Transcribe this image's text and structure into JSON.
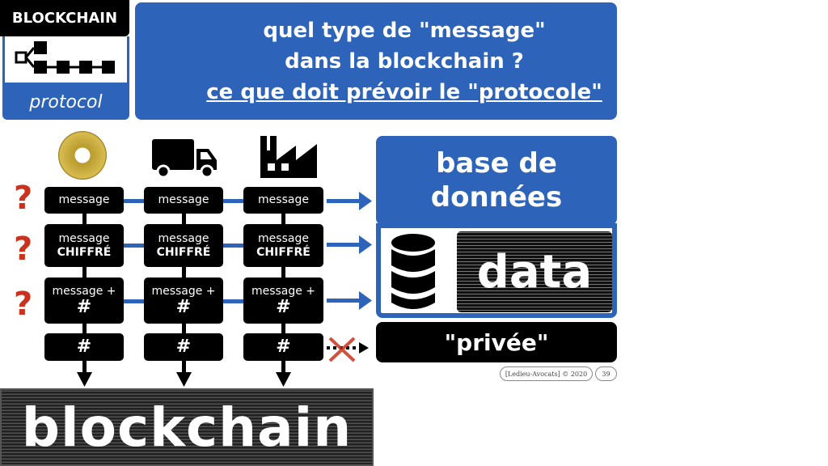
{
  "header": {
    "tag": "BLOCKCHAIN",
    "subtitle": "protocol",
    "title_line1": "quel type de \"message\"",
    "title_line2": "dans la blockchain ?",
    "title_line3": "ce que doit prévoir le \"protocole\""
  },
  "rows": [
    {
      "l1": "message",
      "l2": ""
    },
    {
      "l1": "message",
      "l2": "CHIFFRÉ"
    },
    {
      "l1": "message +",
      "l2": "#"
    },
    {
      "l1": "",
      "l2": "#"
    }
  ],
  "question_mark": "?",
  "db": {
    "title_line1": "base de",
    "title_line2": "données",
    "data_label": "data",
    "private_label": "\"privée\""
  },
  "footer": {
    "credit": "[Ledieu-Avocats] © 2020",
    "page": "39"
  },
  "bottom": {
    "label": "blockchain"
  },
  "colors": {
    "accent": "#2d63b9",
    "question": "#c9321f"
  }
}
